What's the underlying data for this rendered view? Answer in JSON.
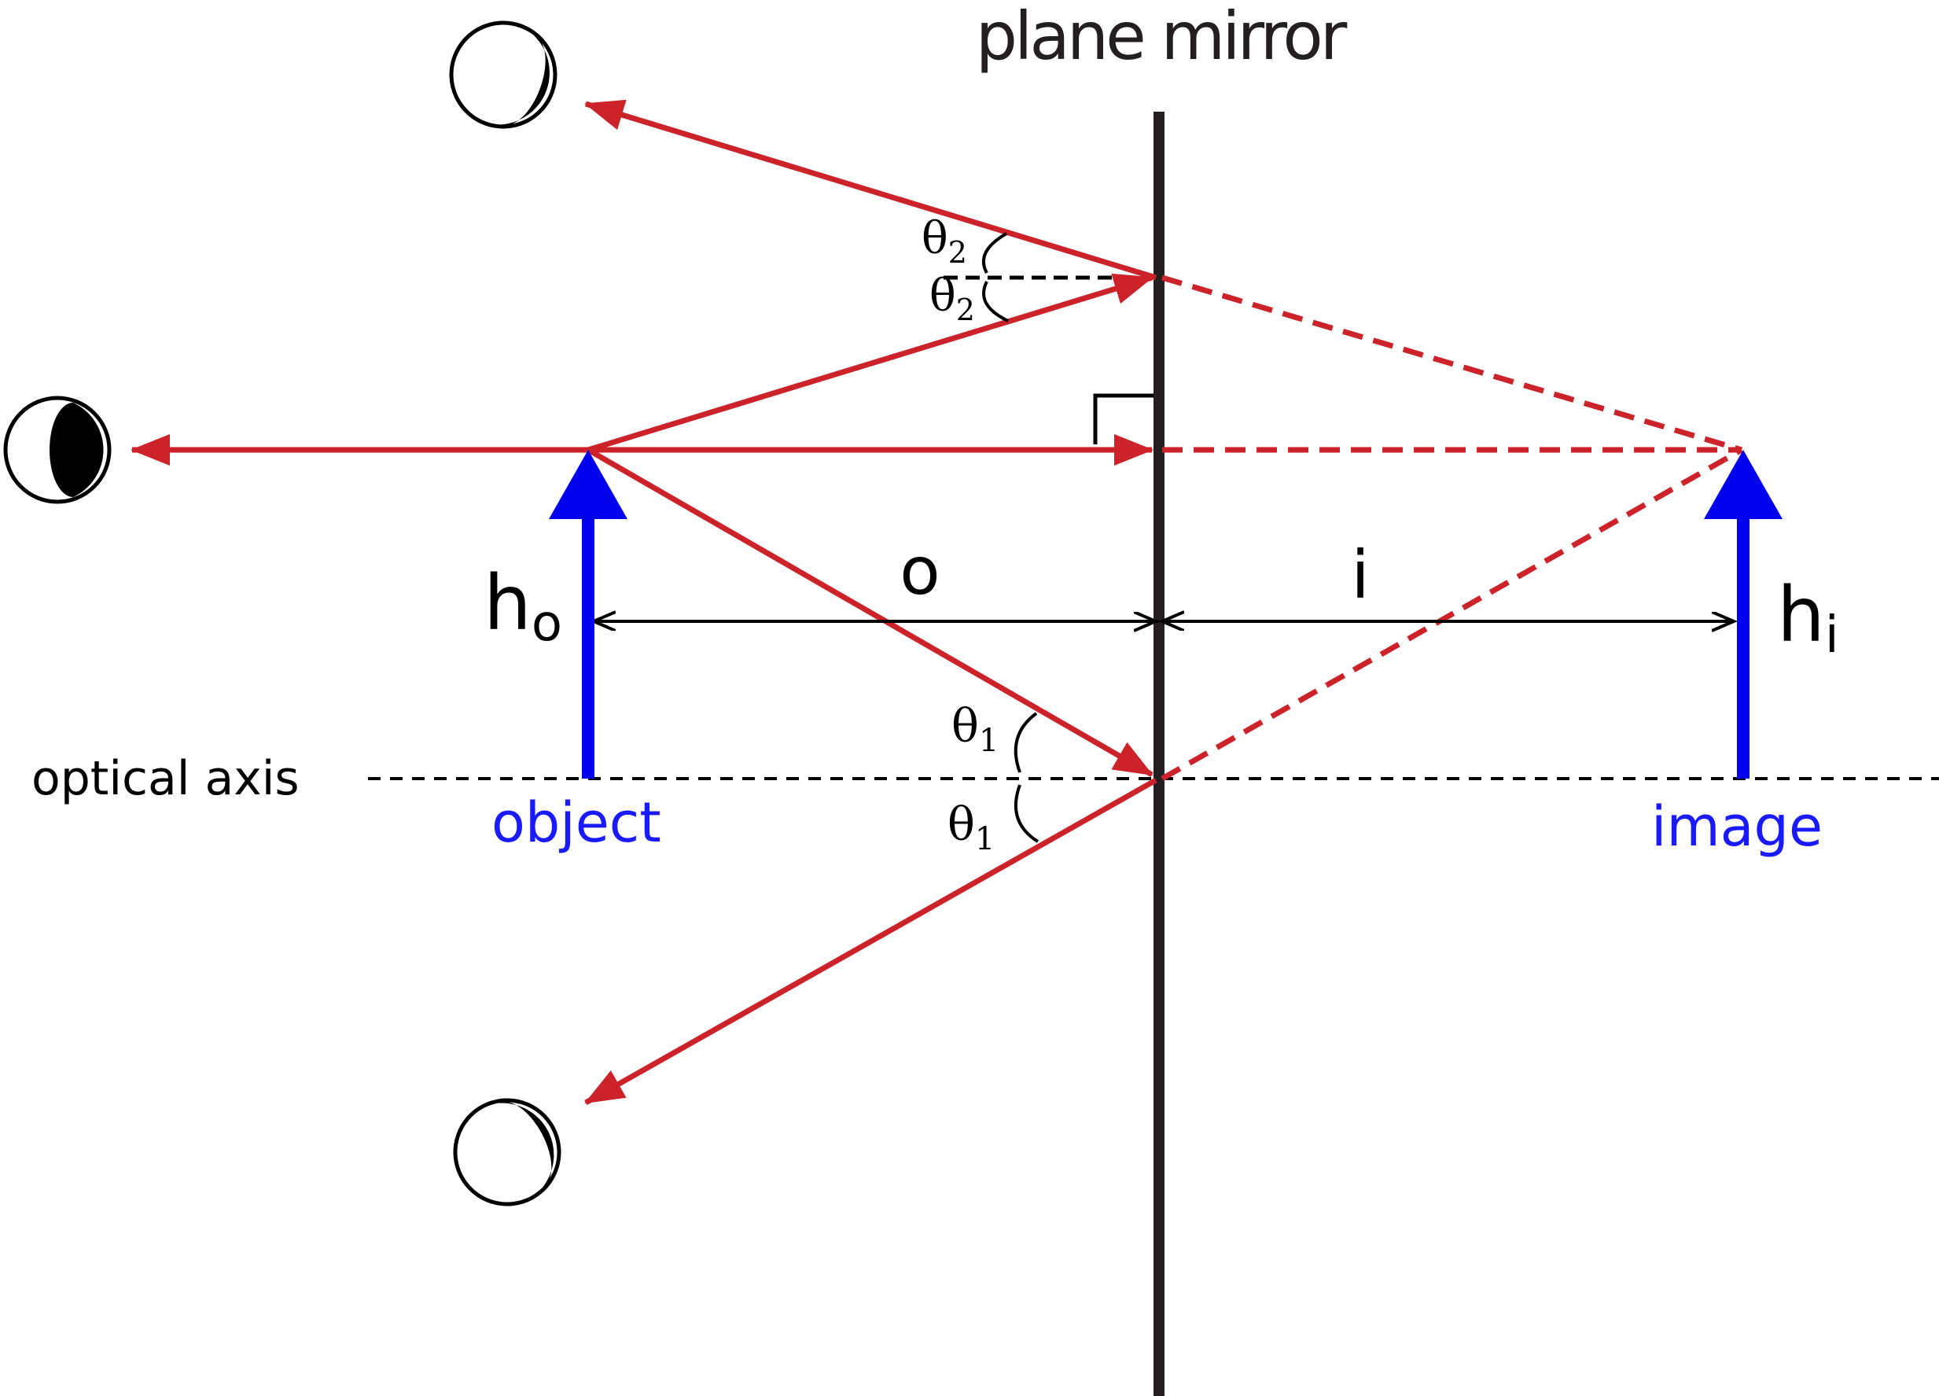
{
  "labels": {
    "mirror": "plane mirror",
    "optical_axis": "optical axis",
    "object": "object",
    "image": "image",
    "object_distance": "o",
    "image_distance": "i",
    "object_height": "h",
    "object_height_sub": "o",
    "image_height": "h",
    "image_height_sub": "i",
    "theta": "θ",
    "theta1_sub": "1",
    "theta2_sub": "2"
  },
  "colors": {
    "ray": "#cc2229",
    "arrow": "#0000ee",
    "mirror": "#231f20",
    "ink": "#000000",
    "label_blue": "#1a1aff"
  },
  "icons": {
    "eye": "eye-icon"
  }
}
